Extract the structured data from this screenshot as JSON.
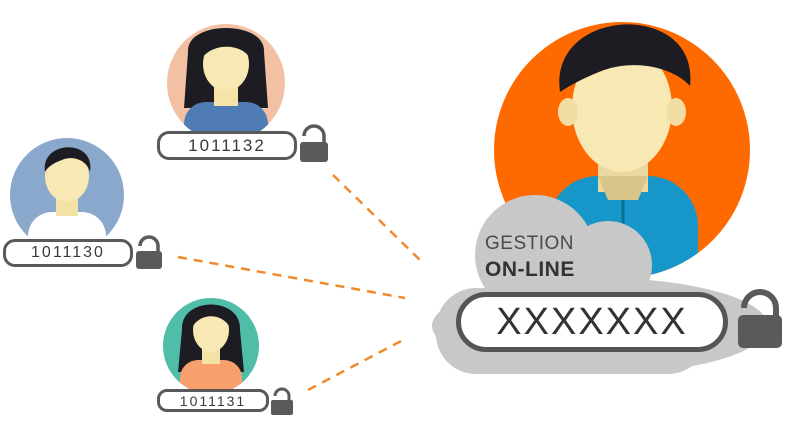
{
  "users": [
    {
      "id": "1011132"
    },
    {
      "id": "1011130"
    },
    {
      "id": "1011131"
    }
  ],
  "portal": {
    "title": "GESTION",
    "subtitle": "ON-LINE",
    "password": "XXXXXXX"
  },
  "colors": {
    "accent": "#ff6a00",
    "connector": "#f08a2c",
    "lock": "#5a5a5a",
    "cloud": "#c8c8c8"
  },
  "icons": [
    "user-avatar-icon",
    "lock-icon",
    "cloud-icon"
  ]
}
